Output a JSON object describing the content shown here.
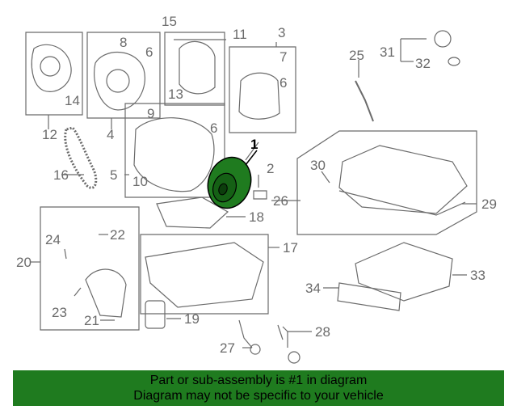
{
  "diagram": {
    "callouts": [
      "1",
      "2",
      "3",
      "4",
      "5",
      "6",
      "6",
      "6",
      "7",
      "8",
      "9",
      "10",
      "11",
      "12",
      "13",
      "14",
      "15",
      "16",
      "17",
      "18",
      "19",
      "20",
      "21",
      "22",
      "23",
      "24",
      "25",
      "26",
      "27",
      "28",
      "29",
      "30",
      "31",
      "32",
      "33",
      "34"
    ],
    "highlight_color": "#1f7b1f",
    "line_color": "#6b6b6b"
  },
  "banner": {
    "line1": "Part or sub-assembly is #1 in diagram",
    "line2": "Diagram may not be specific to your vehicle",
    "background": "#1f7b1f"
  }
}
